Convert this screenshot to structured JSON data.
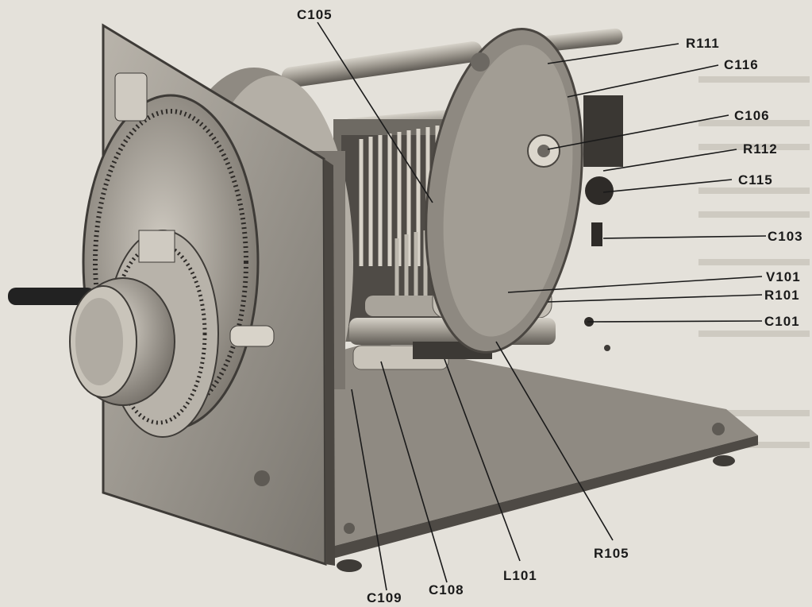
{
  "figure": {
    "labels": {
      "c105": "C105",
      "r111": "R111",
      "c116": "C116",
      "c106": "C106",
      "r112": "R112",
      "c115": "C115",
      "c103": "C103",
      "v101": "V101",
      "r101": "R101",
      "c101": "C101",
      "r105": "R105",
      "l101": "L101",
      "c108": "C108",
      "c109": "C109"
    }
  }
}
